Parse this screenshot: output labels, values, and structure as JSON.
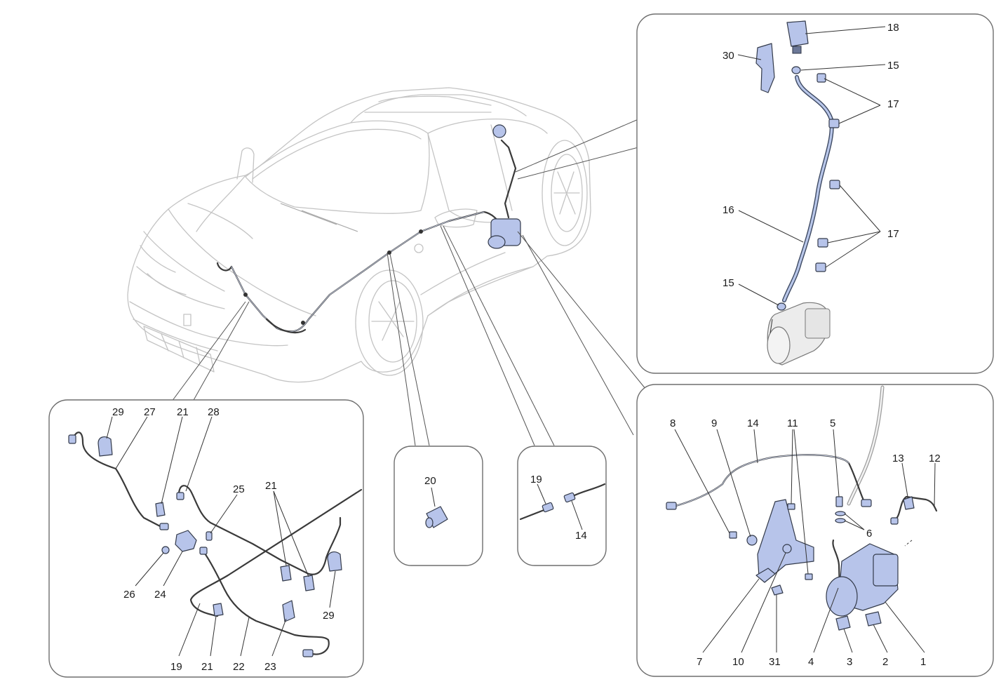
{
  "labels": {
    "top_right": [
      "18",
      "30",
      "15",
      "17",
      "16",
      "17",
      "15"
    ],
    "bottom_left": [
      "29",
      "27",
      "21",
      "28",
      "25",
      "21",
      "26",
      "24",
      "29",
      "19",
      "21",
      "22",
      "23"
    ],
    "center": [
      "20",
      "19",
      "14"
    ],
    "bottom_right": [
      "8",
      "9",
      "14",
      "11",
      "5",
      "13",
      "12",
      "6",
      "7",
      "10",
      "31",
      "4",
      "3",
      "2",
      "1"
    ]
  },
  "colors": {
    "part_fill": "#b7c4ea",
    "part_outline": "#333a4a",
    "car_outline": "#c4c4c4",
    "panel_border": "#6e6e6e"
  }
}
